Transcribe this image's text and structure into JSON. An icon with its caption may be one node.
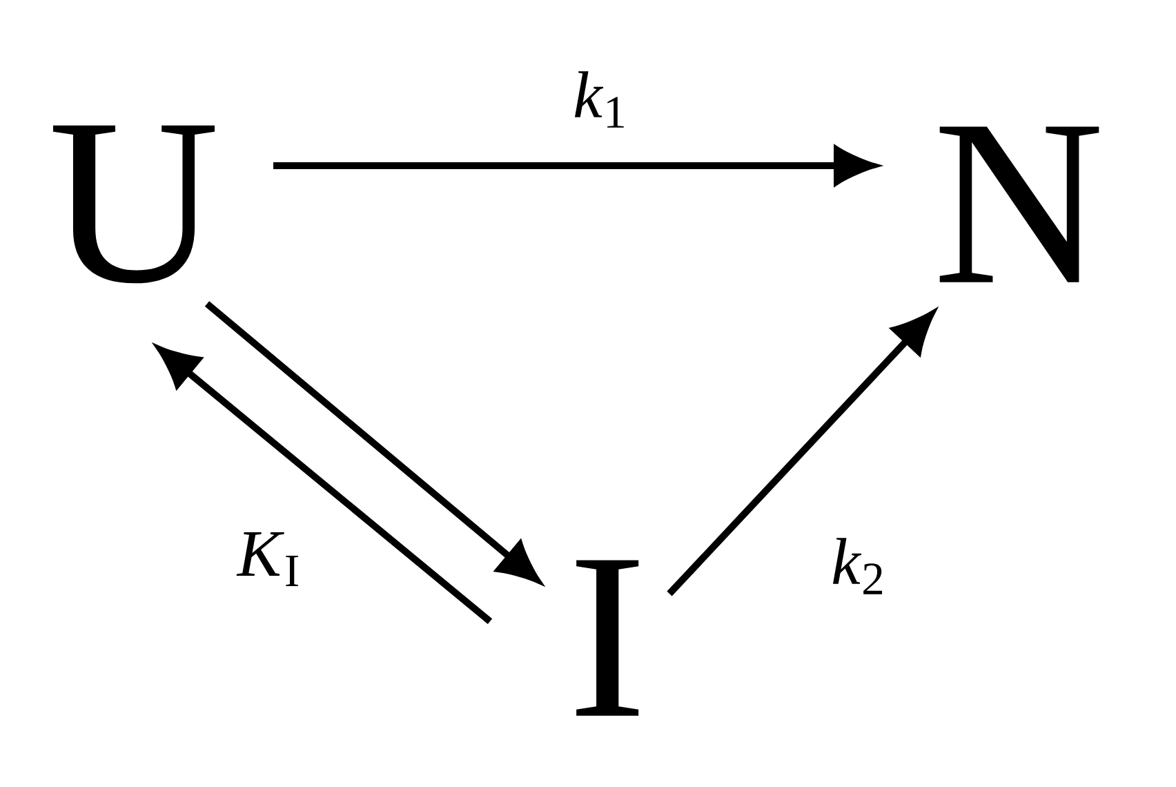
{
  "diagram": {
    "nodes": [
      {
        "text": [
          "U"
        ]
      },
      {
        "text": [
          "N"
        ]
      },
      {
        "text": [
          "I"
        ]
      }
    ],
    "edges": [
      {
        "from": 0,
        "to": 1,
        "arrow": "to",
        "label": "*k*$_{1}$"
      },
      {
        "from": 0,
        "to": 2,
        "arrow": "to"
      },
      {
        "from": 2,
        "to": 0,
        "arrow": "to",
        "label": "*K*$_{I}$"
      },
      {
        "from": 2,
        "to": 1,
        "arrow": "to",
        "label": "*k*$_{2}$"
      }
    ]
  }
}
